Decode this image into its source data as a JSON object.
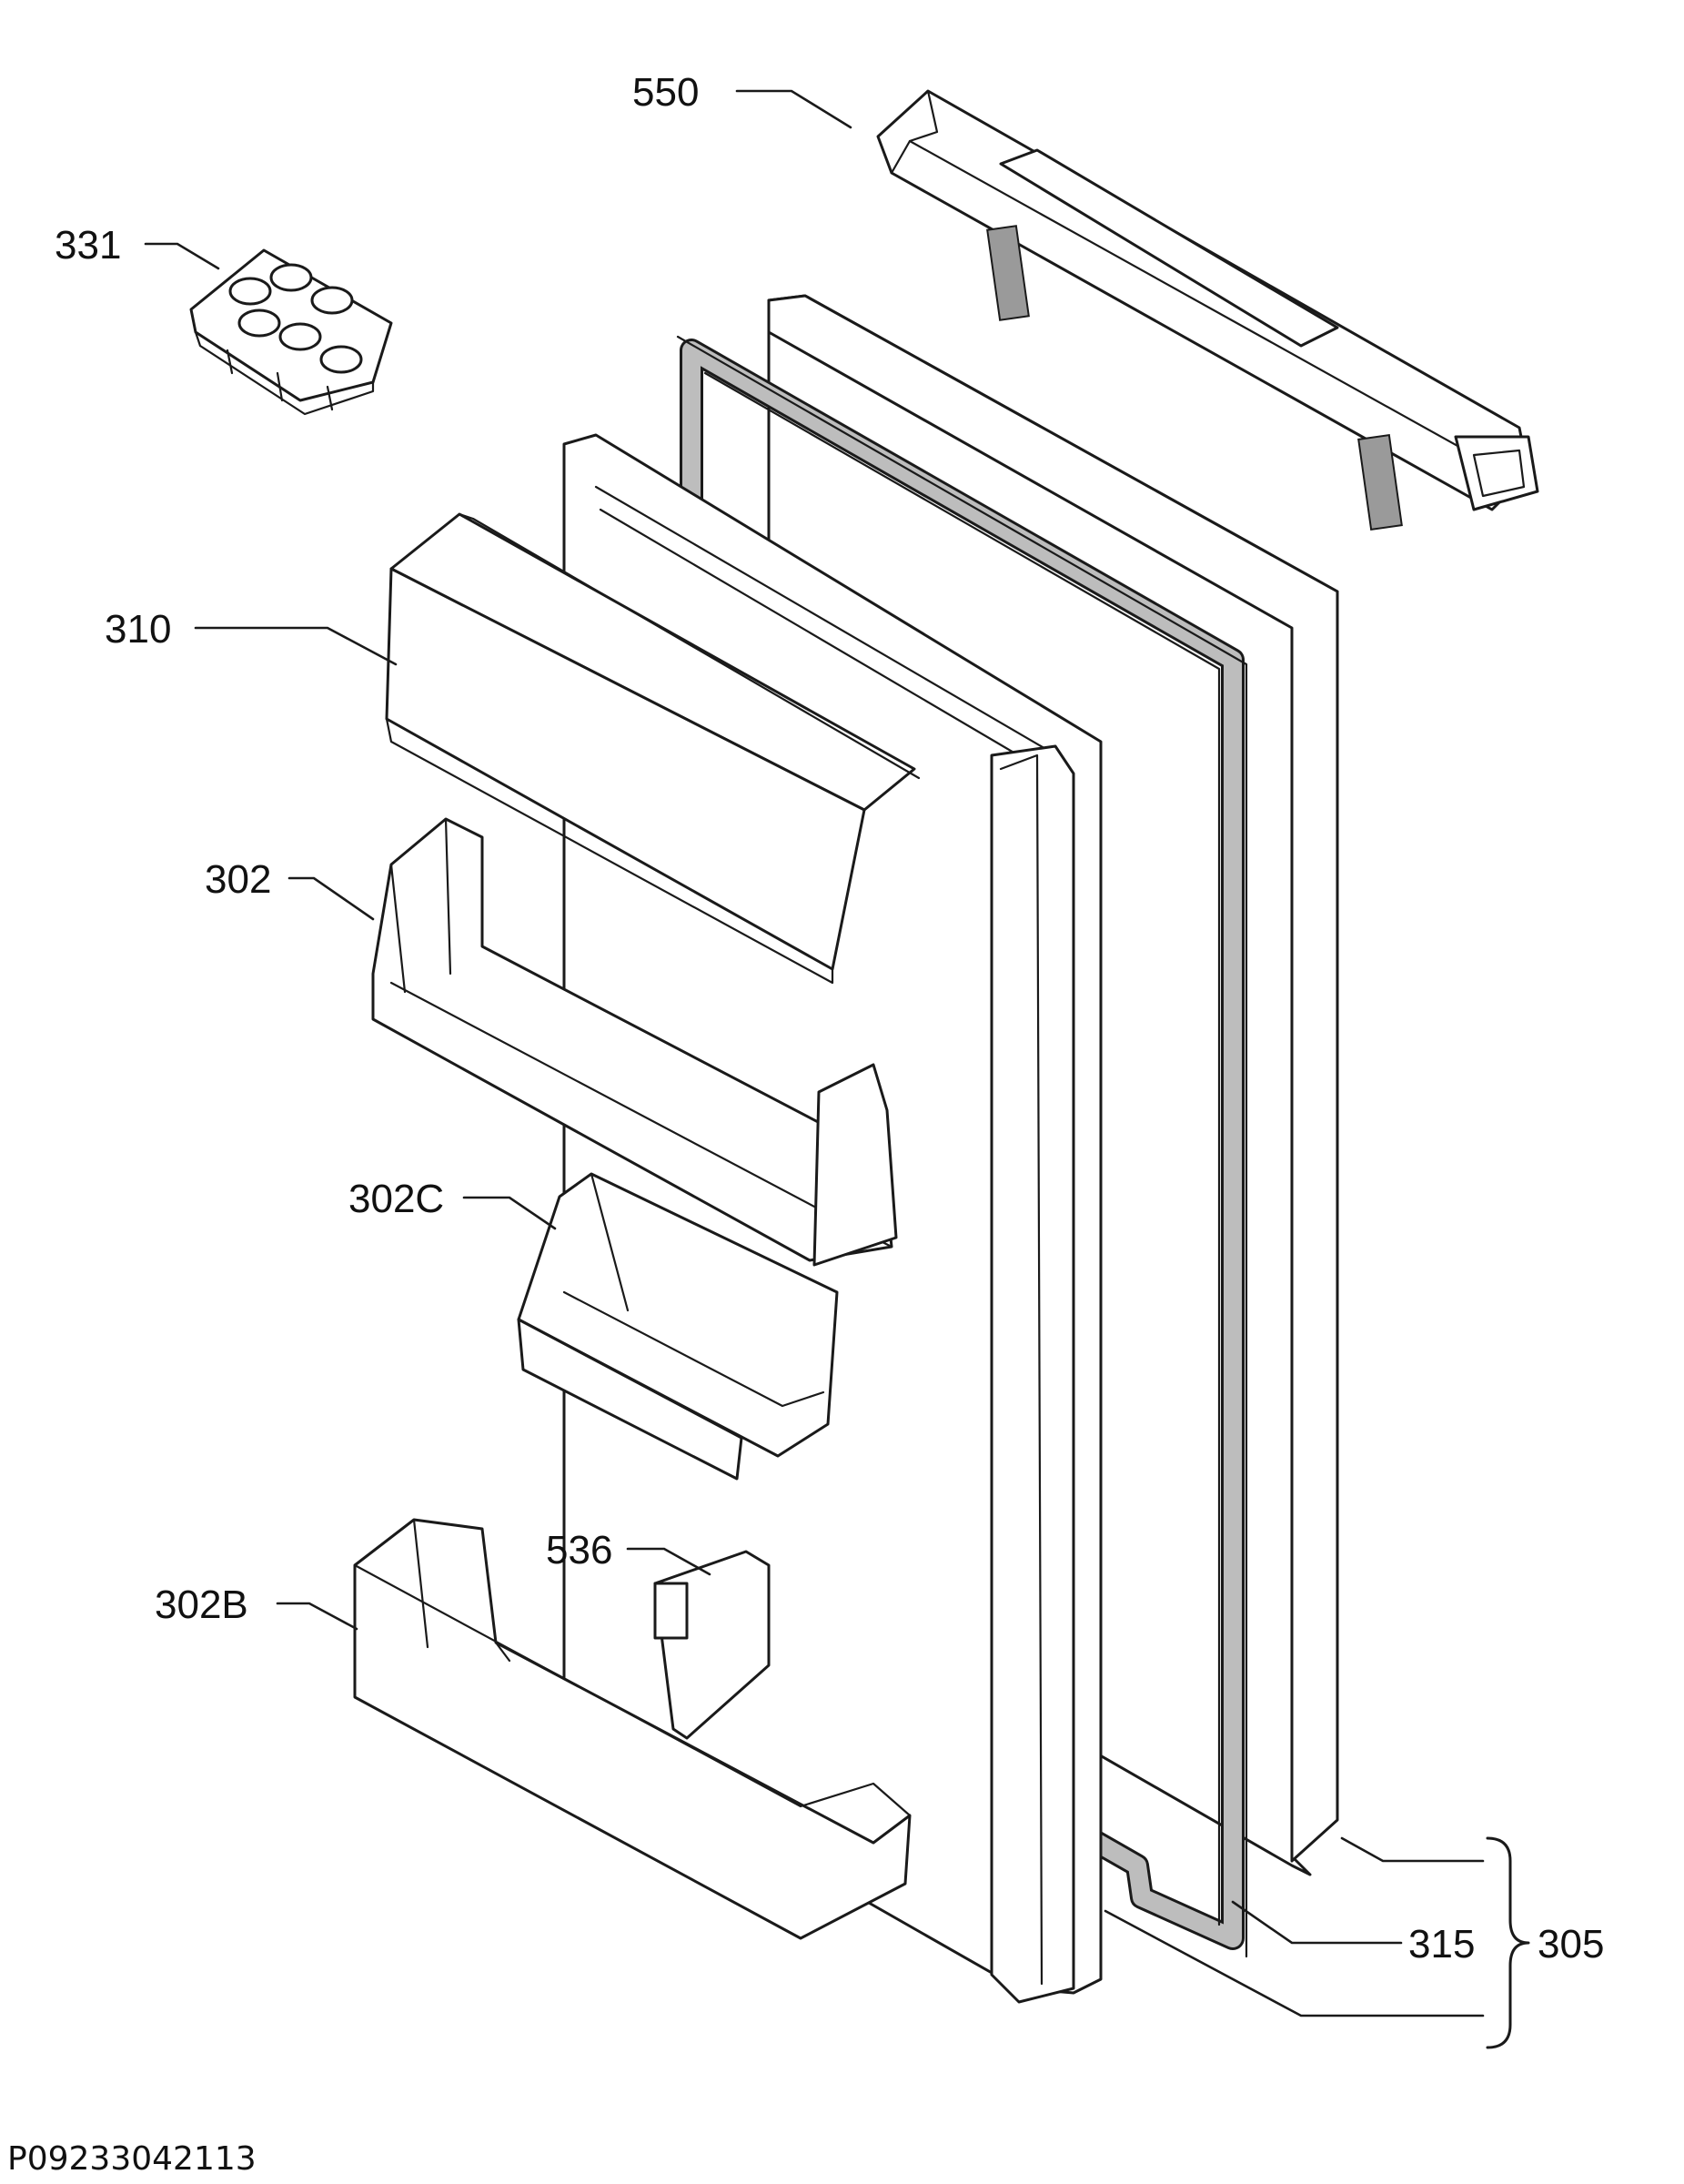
{
  "callouts": {
    "c550": "550",
    "c331": "331",
    "c310": "310",
    "c302": "302",
    "c302c": "302C",
    "c536": "536",
    "c302b": "302B",
    "c315": "315",
    "c305": "305"
  },
  "drawing_id": "P09233042113",
  "colors": {
    "line": "#1a1a1a",
    "gasket_fill": "#bdbdbd",
    "background": "#ffffff"
  }
}
